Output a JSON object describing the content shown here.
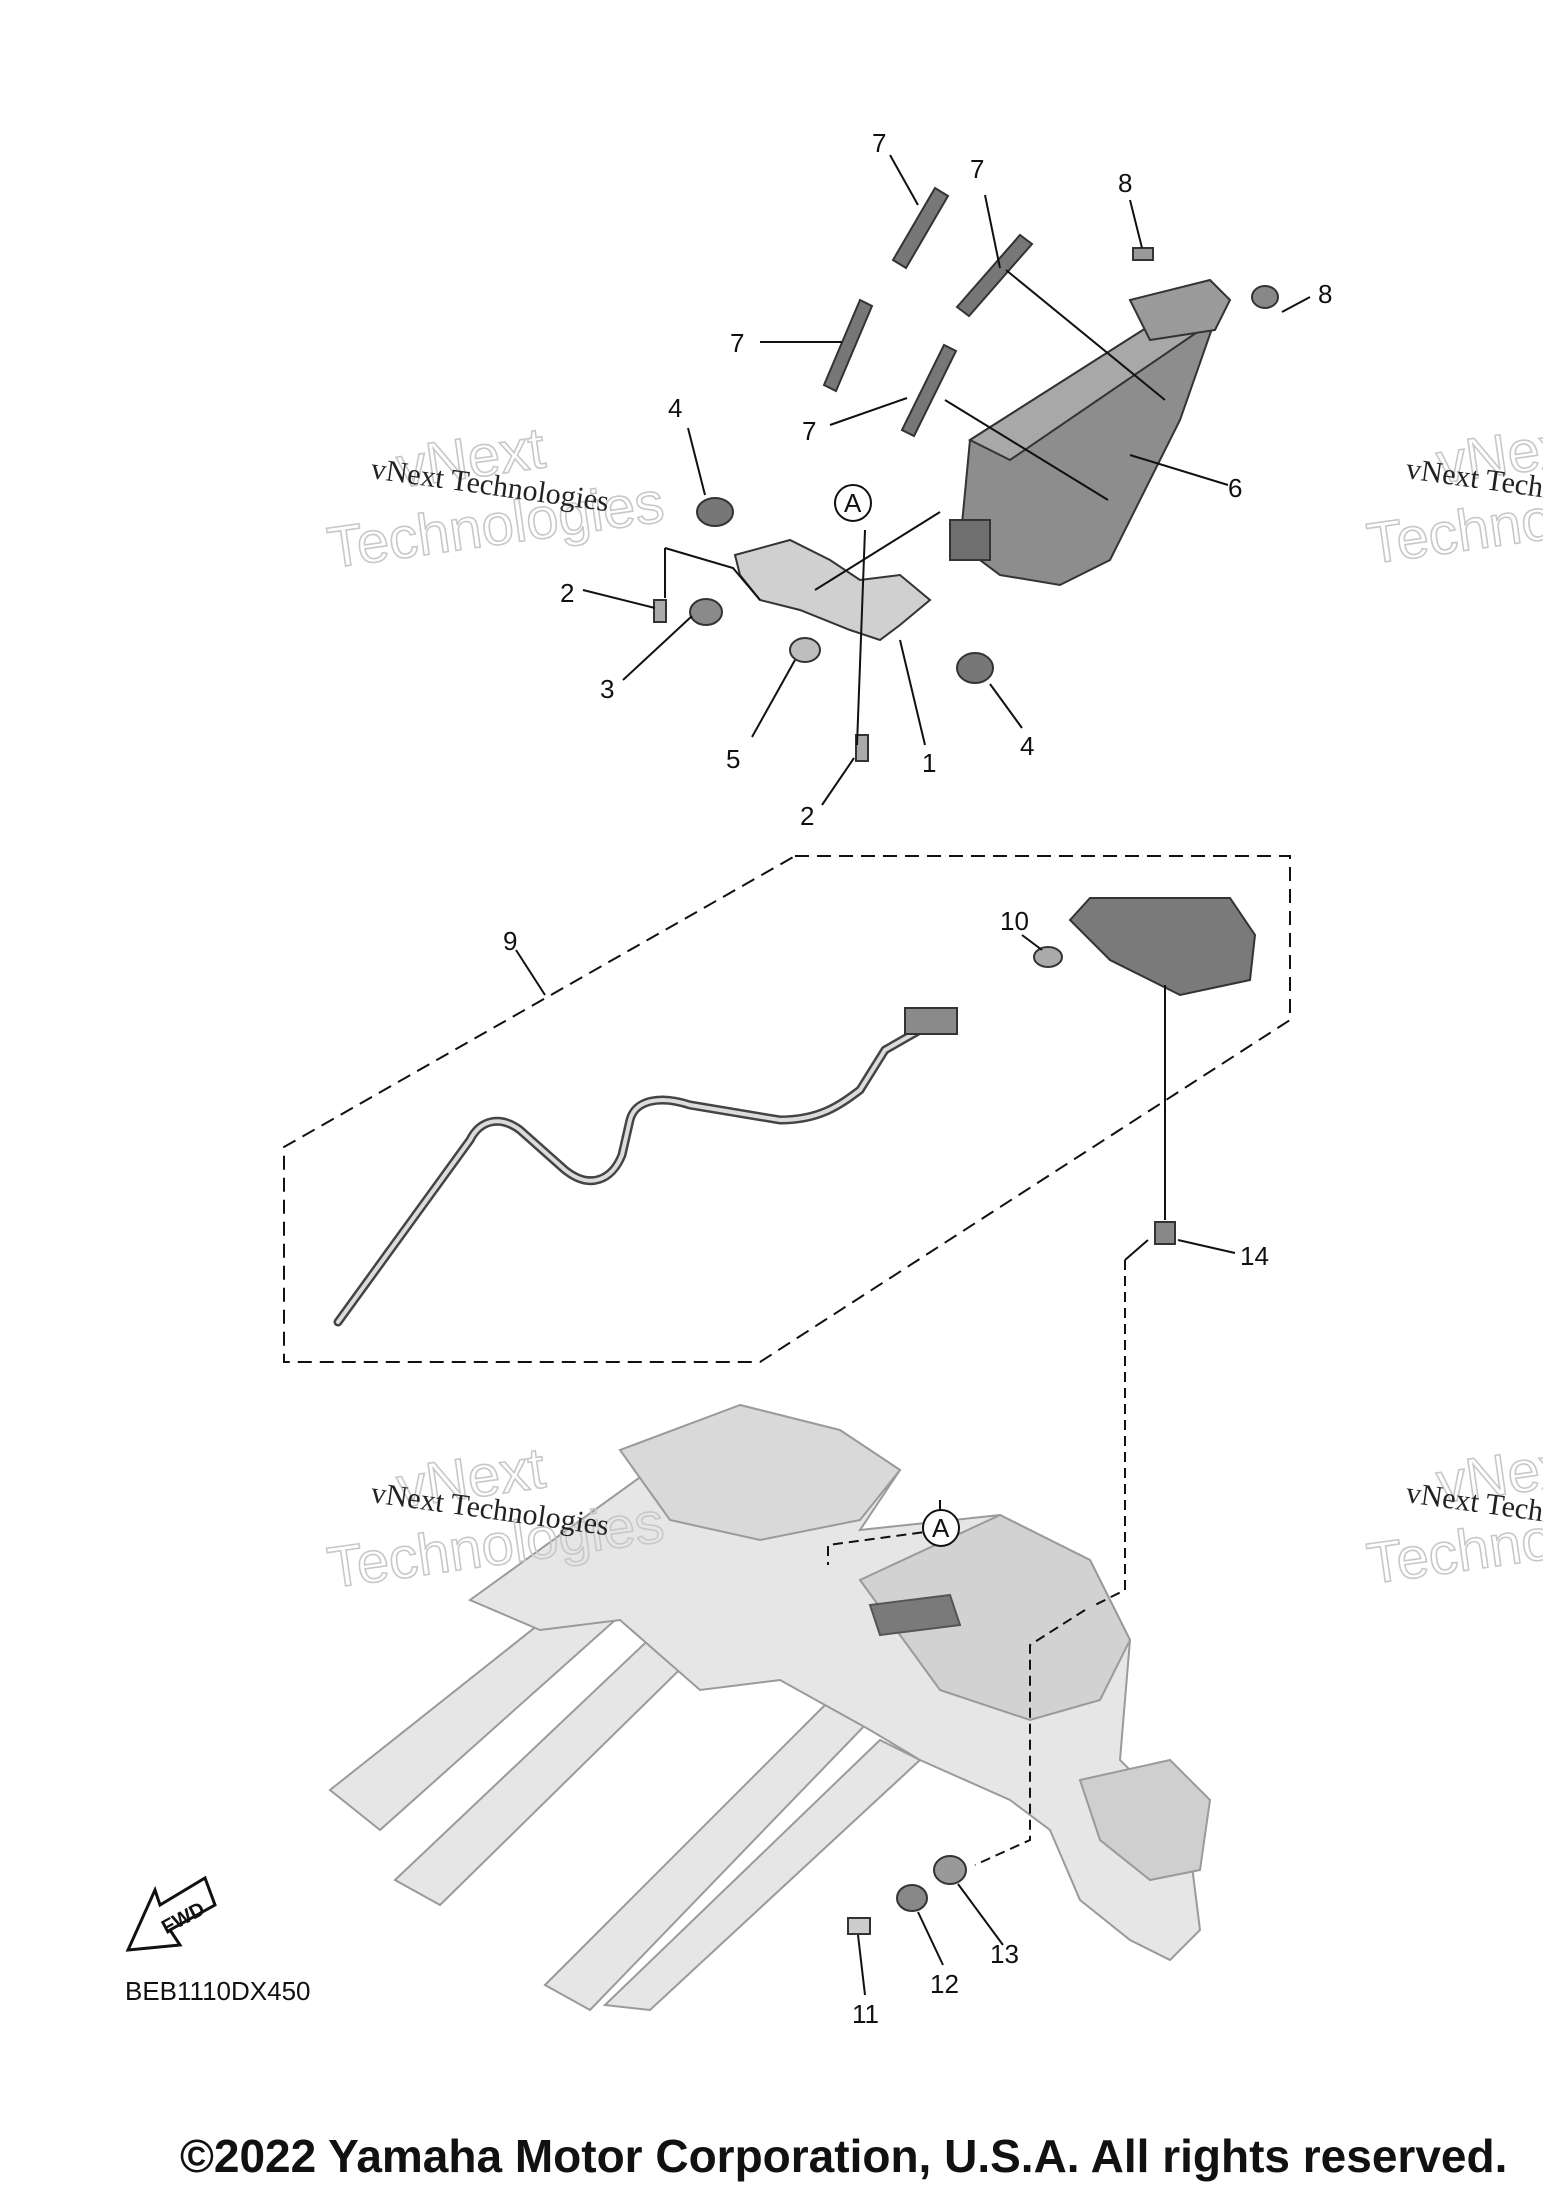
{
  "callouts": {
    "c7a": "7",
    "c7b": "7",
    "c7c": "7",
    "c7d": "7",
    "c8a": "8",
    "c8b": "8",
    "c6": "6",
    "c4a": "4",
    "c4b": "4",
    "c2a": "2",
    "c2b": "2",
    "c3": "3",
    "c5": "5",
    "c1": "1",
    "cA1": "A",
    "cA2": "A",
    "c9": "9",
    "c10": "10",
    "c14": "14",
    "c11": "11",
    "c12": "12",
    "c13": "13"
  },
  "watermarks": {
    "line1": "vNext Technologies",
    "big_top": "vNext",
    "big_bottom": "Technologies"
  },
  "fwd_label": "FWD",
  "part_code": "BEB1110DX450",
  "copyright": "©2022 Yamaha Motor Corporation, U.S.A. All rights reserved.",
  "colors": {
    "part_fill": "#8a8a8a",
    "frame_fill": "#e6e6e6",
    "line": "#111111"
  }
}
